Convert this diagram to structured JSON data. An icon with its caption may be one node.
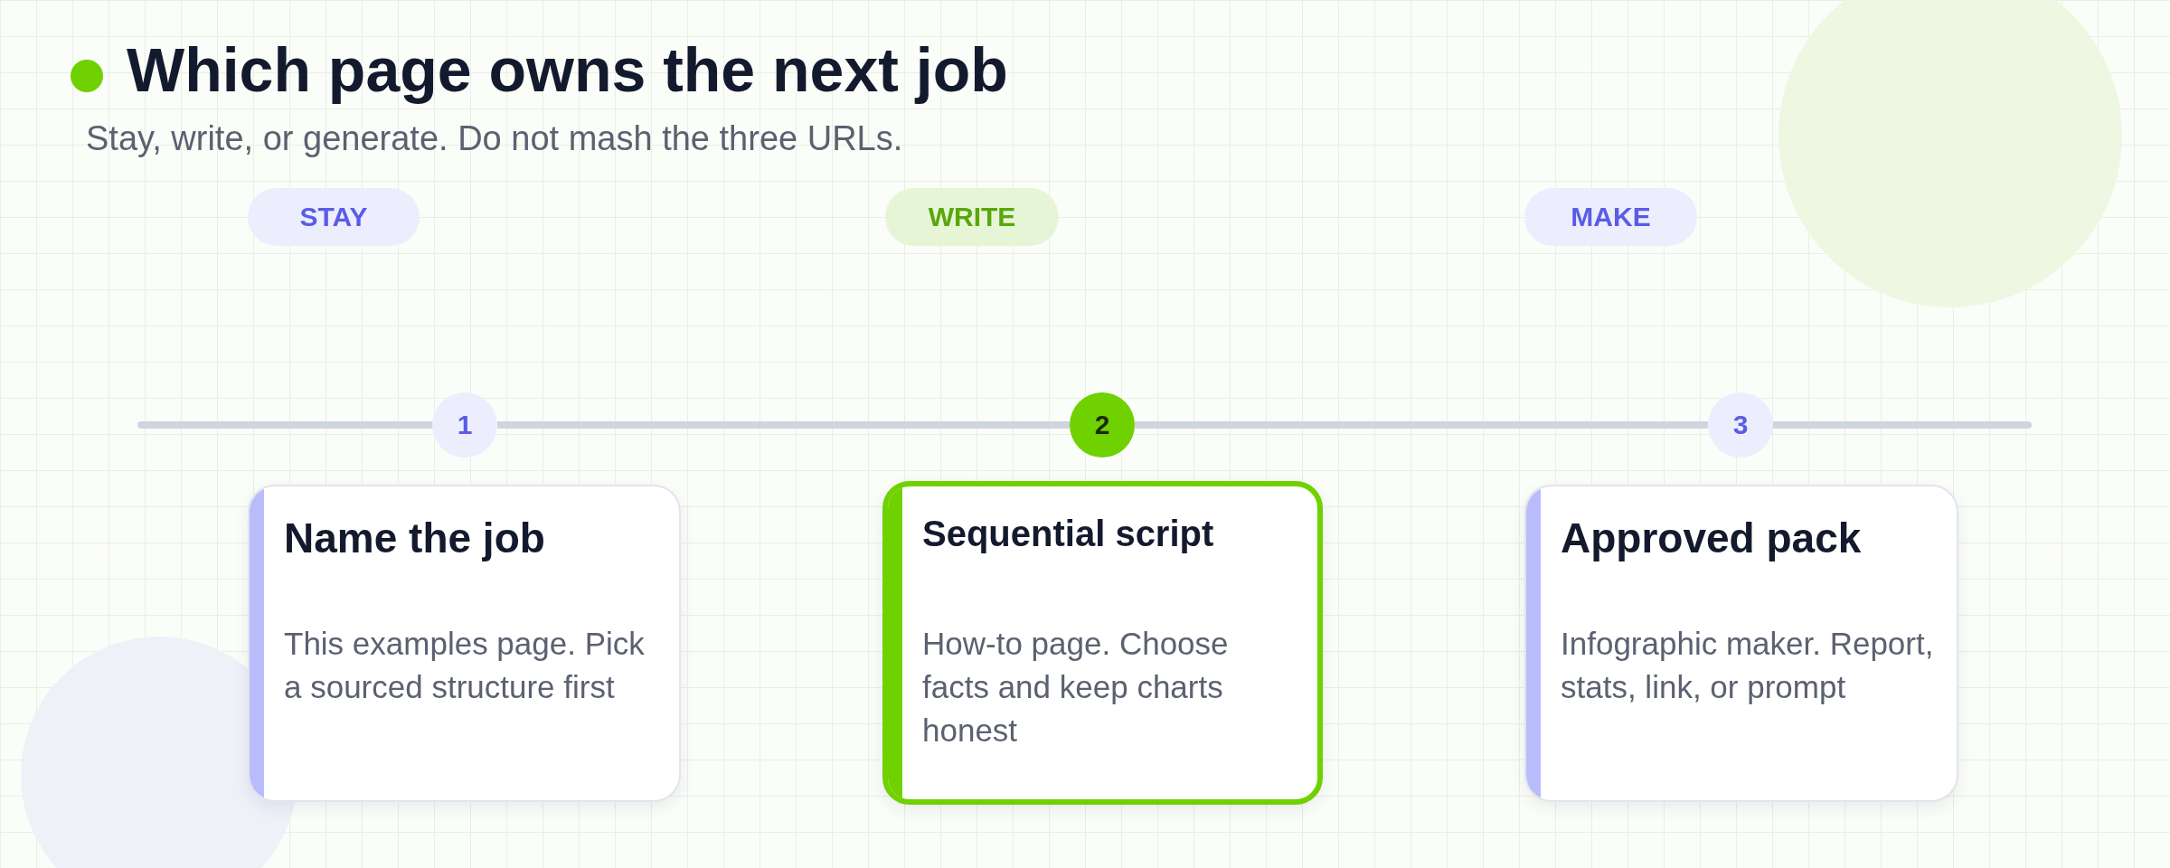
{
  "diagram": {
    "title": "Which page owns the next job",
    "nodes": [
      {
        "text": [
          "STAY"
        ]
      },
      {
        "text": [
          "WRITE"
        ]
      },
      {
        "text": [
          "MAKE"
        ]
      },
      {
        "text": [
          "1"
        ]
      },
      {
        "text": [
          "2"
        ]
      },
      {
        "text": [
          "3"
        ]
      },
      {
        "text": [
          "Name the job",
          "This examples page. Pick a sourced structure first"
        ]
      },
      {
        "text": [
          "Sequential script",
          "How-to page. Choose facts and keep charts honest"
        ]
      },
      {
        "text": [
          "Approved pack",
          "Infographic maker. Report, stats, link, or prompt"
        ]
      }
    ],
    "edges": [
      {
        "from": 3,
        "to": 4,
        "arrow": "none"
      },
      {
        "from": 4,
        "to": 5,
        "arrow": "none"
      }
    ],
    "labels": [
      "Stay, write, or generate. Do not mash the three URLs."
    ]
  }
}
